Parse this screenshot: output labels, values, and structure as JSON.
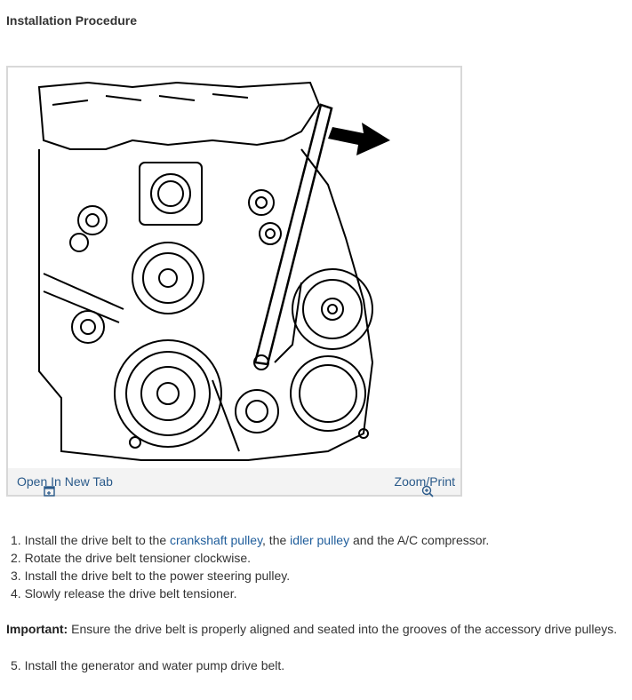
{
  "title": "Installation Procedure",
  "figure": {
    "open_tab_label": "Open In New Tab",
    "zoom_label": "Zoom/Print",
    "open_tab_icon": "open-in-new-tab-icon",
    "zoom_icon": "zoom-in-icon"
  },
  "steps": [
    {
      "num": "1.",
      "pre": "Install the drive belt to the ",
      "link1": "crankshaft pulley",
      "mid": ", the ",
      "link2": "idler pulley",
      "post": " and the A/C compressor."
    },
    {
      "num": "2.",
      "text": "Rotate the drive belt tensioner clockwise."
    },
    {
      "num": "3.",
      "text": "Install the drive belt to the power steering pulley."
    },
    {
      "num": "4.",
      "text": "Slowly release the drive belt tensioner."
    }
  ],
  "important": {
    "label": "Important:",
    "text": " Ensure the drive belt is properly aligned and seated into the grooves of the accessory drive pulleys."
  },
  "step5": {
    "num": "5.",
    "text": "Install the generator and water pump drive belt."
  }
}
